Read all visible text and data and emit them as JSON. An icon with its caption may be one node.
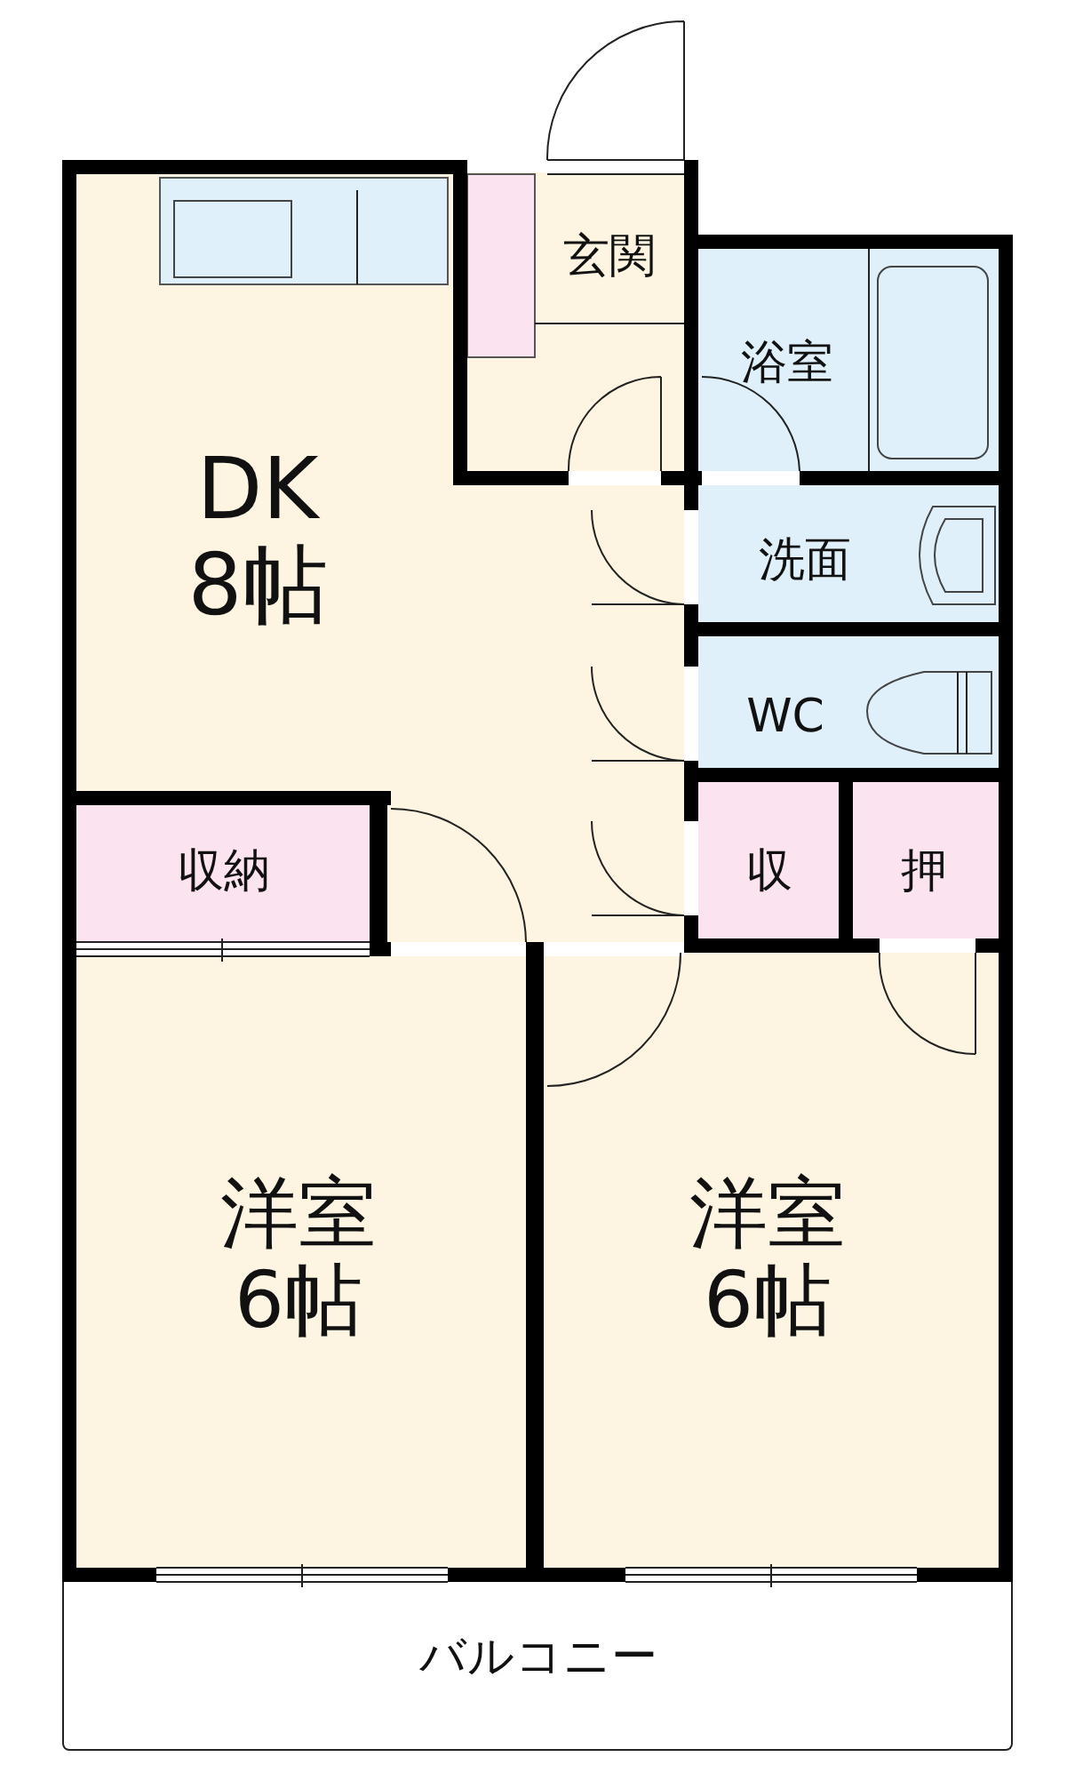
{
  "diagram": {
    "nodes": [
      {
        "text": [
          "DK",
          "8帖"
        ]
      },
      {
        "text": [
          "玄関"
        ]
      },
      {
        "text": [
          "浴室"
        ]
      },
      {
        "text": [
          "洗面"
        ]
      },
      {
        "text": [
          "WC"
        ]
      },
      {
        "text": [
          "収納"
        ]
      },
      {
        "text": [
          "収"
        ]
      },
      {
        "text": [
          "押"
        ]
      },
      {
        "text": [
          "洋室",
          "6帖"
        ]
      },
      {
        "text": [
          "洋室",
          "6帖"
        ]
      },
      {
        "text": [
          "バルコニー"
        ]
      }
    ]
  }
}
